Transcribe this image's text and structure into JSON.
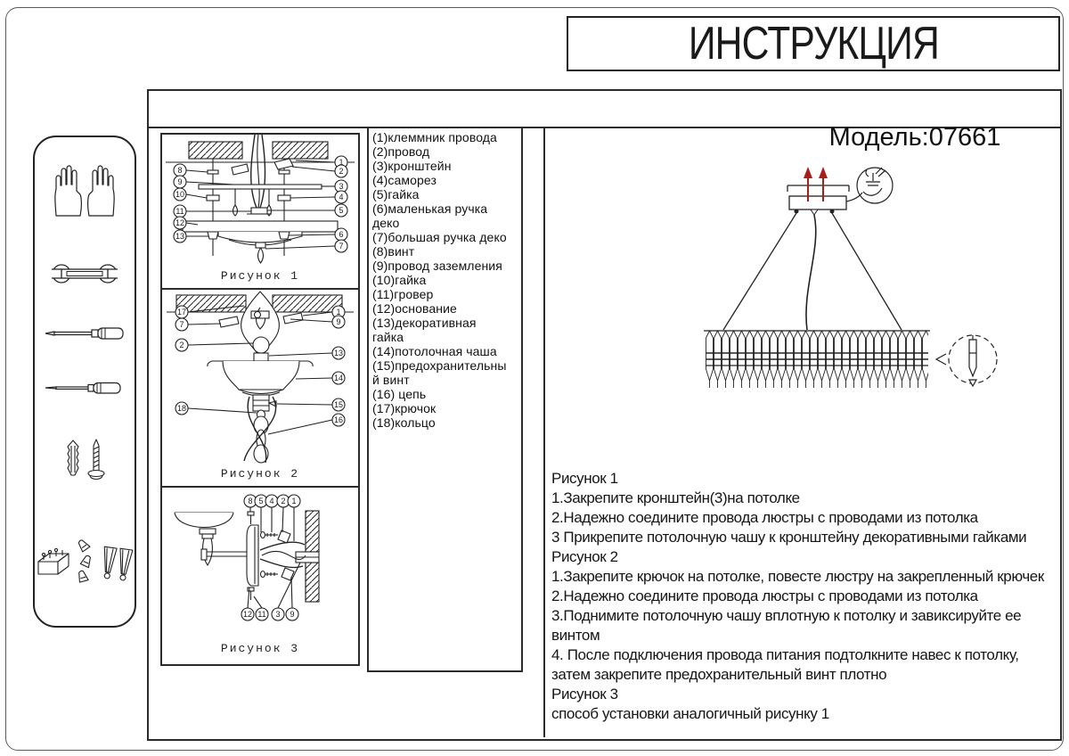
{
  "page": {
    "title": "ИНСТРУКЦИЯ",
    "model_label": "Модель:07661"
  },
  "tools": {
    "icons": [
      "gloves",
      "open-end-wrench",
      "flat-screwdriver",
      "awl-screwdriver",
      "wall-anchor-and-screw",
      "terminal-block-and-fasteners"
    ]
  },
  "figures": {
    "fig1": {
      "caption": "Рисунок 1",
      "left": [
        "8",
        "9",
        "10",
        "11",
        "12",
        "13"
      ],
      "right": [
        "1",
        "2",
        "3",
        "4",
        "5",
        "6",
        "7"
      ]
    },
    "fig2": {
      "caption": "Рисунок 2",
      "left": [
        "17",
        "7",
        "2",
        "18"
      ],
      "right": [
        "1",
        "9",
        "13",
        "14",
        "15",
        "16"
      ]
    },
    "fig3": {
      "caption": "Рисунок 3",
      "top": [
        "8",
        "5",
        "4",
        "2",
        "1"
      ],
      "bottom": [
        "12",
        "11",
        "3",
        "9"
      ]
    }
  },
  "parts_list": {
    "lines": [
      "(1)клеммник провода",
      "(2)провод",
      "(3)кронштейн",
      "(4)саморез",
      "(5)гайка",
      "(6)маленькая ручка",
      "деко",
      "(7)большая ручка деко",
      "(8)винт",
      "(9)провод заземления",
      "(10)гайка",
      "(11)гровер",
      "(12)основание",
      "(13)декоративная",
      "гайка",
      "(14)потолочная чаша",
      "(15)предохранительны",
      "й винт",
      "(16) цепь",
      "(17)крючок",
      "(18)кольцо"
    ]
  },
  "instructions": {
    "lines": [
      "Рисунок 1",
      "1.Закрепите кронштейн(3)на потолке",
      "2.Надежно соедините провода люстры с проводами из потолка",
      "3 Прикрепите потолочную чашу к кронштейну декоративными гайками",
      "Рисунок 2",
      "1.Закрепите крючок на потолке, повесте люстру на закрепленный крючек",
      "2.Надежно соедините провода люстры с проводами из потолка",
      "3.Поднимите потолочную чашу вплотную к потолку и завиксируйте ее",
      "винтом",
      "4.  После подключения провода питания подтолкните навес к потолку,",
      "затем закрепите предохранительный винт плотно",
      "Рисунок 3",
      "способ установки аналогичный рисунку 1"
    ]
  },
  "colors": {
    "ink": "#222222",
    "arrow_red": "#a52019"
  }
}
